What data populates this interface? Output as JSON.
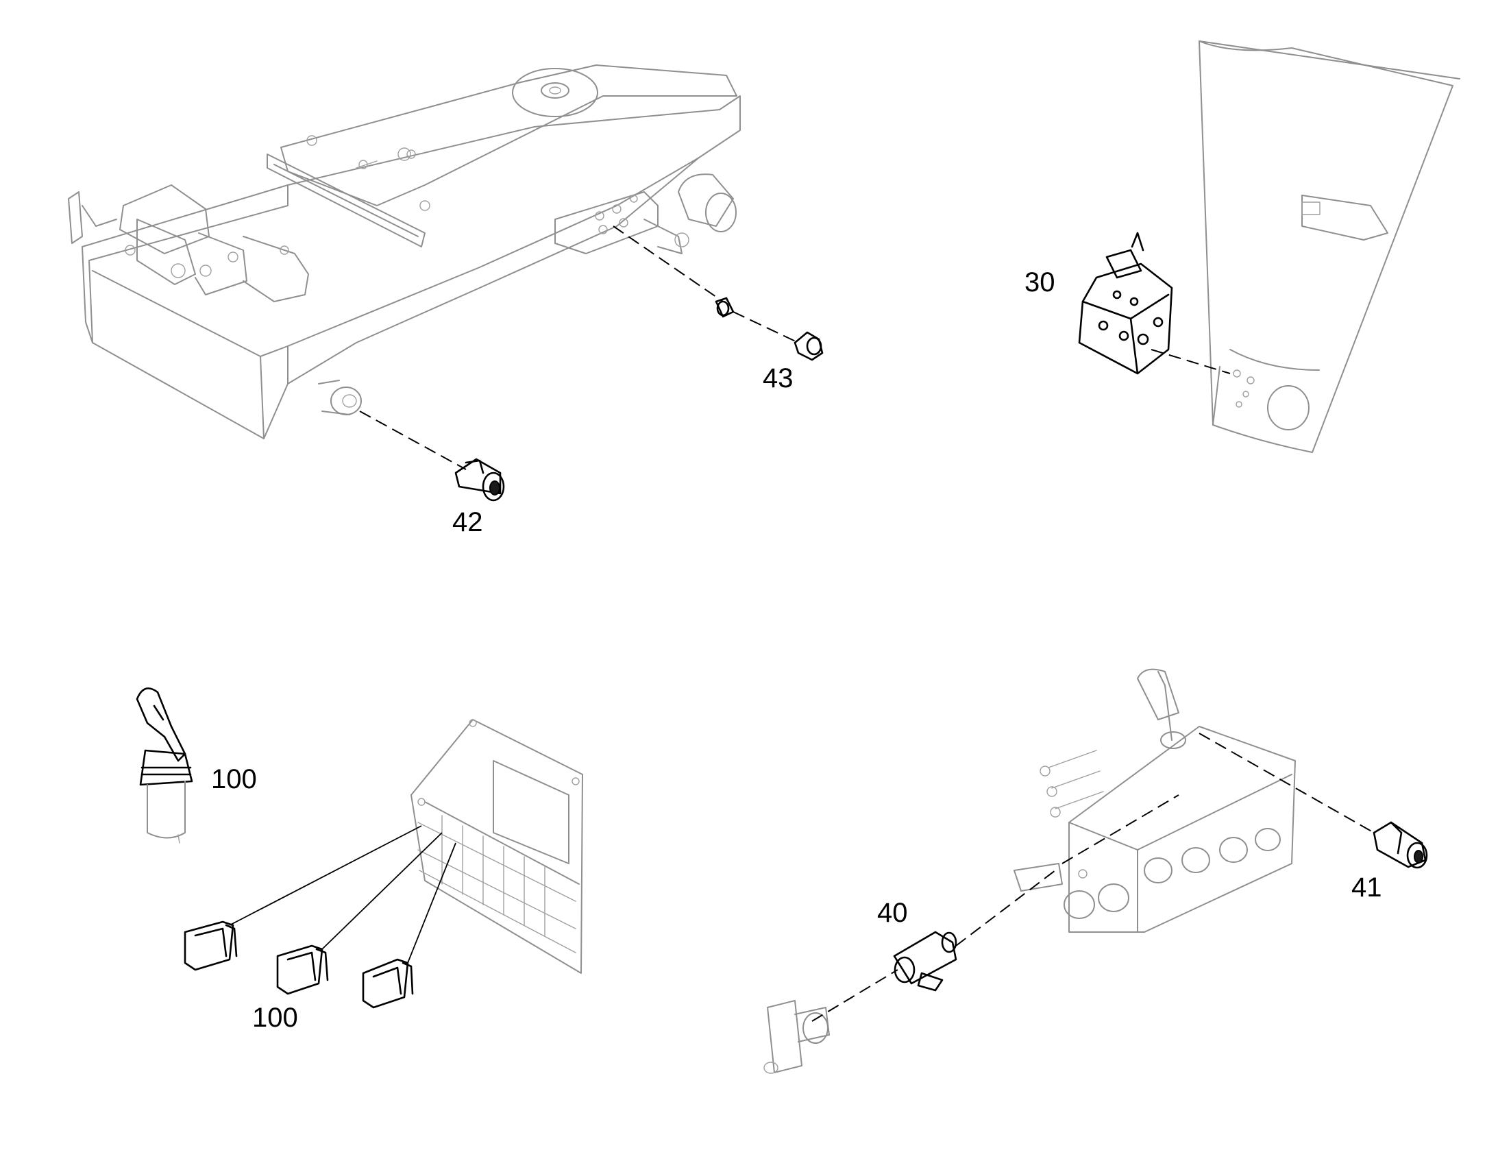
{
  "callouts": {
    "c30": "30",
    "c40": "40",
    "c41": "41",
    "c42": "42",
    "c43": "43",
    "c100_joystick": "100",
    "c100_switches": "100"
  },
  "colors": {
    "context_line": "#8f8f8f",
    "part_line": "#000000",
    "background": "#ffffff"
  }
}
